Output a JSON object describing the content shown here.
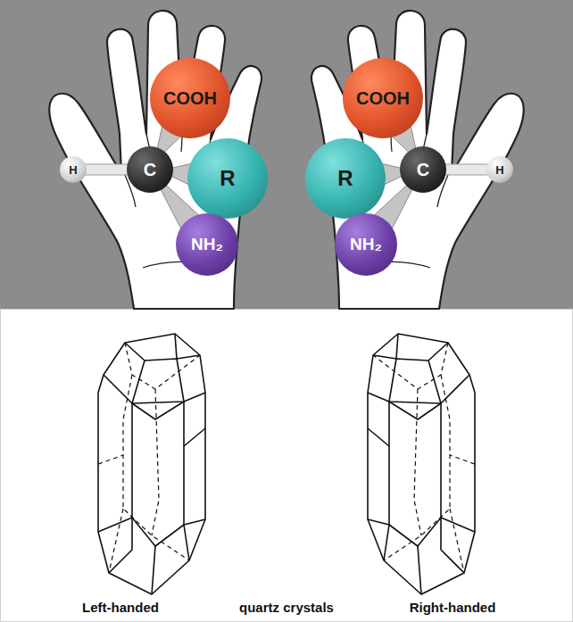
{
  "diagram": {
    "nodes": [
      {
        "text": [
          "COOH"
        ]
      },
      {
        "text": [
          "H"
        ]
      },
      {
        "text": [
          "C"
        ]
      },
      {
        "text": [
          "R"
        ]
      },
      {
        "text": [
          "NH₂"
        ]
      },
      {
        "text": [
          "COOH"
        ]
      },
      {
        "text": [
          "R"
        ]
      },
      {
        "text": [
          "C"
        ]
      },
      {
        "text": [
          "H"
        ]
      },
      {
        "text": [
          "NH₂"
        ]
      }
    ],
    "edges": [
      {
        "from": 2,
        "to": 1,
        "arrow": "none"
      },
      {
        "from": 2,
        "to": 0,
        "arrow": "none"
      },
      {
        "from": 2,
        "to": 3,
        "arrow": "none"
      },
      {
        "from": 2,
        "to": 4,
        "arrow": "none"
      },
      {
        "from": 7,
        "to": 5,
        "arrow": "none"
      },
      {
        "from": 7,
        "to": 6,
        "arrow": "none"
      },
      {
        "from": 7,
        "to": 8,
        "arrow": "none"
      },
      {
        "from": 7,
        "to": 9,
        "arrow": "none"
      }
    ],
    "labels": [
      "Left-handed",
      "quartz crystals",
      "Right-handed"
    ]
  }
}
